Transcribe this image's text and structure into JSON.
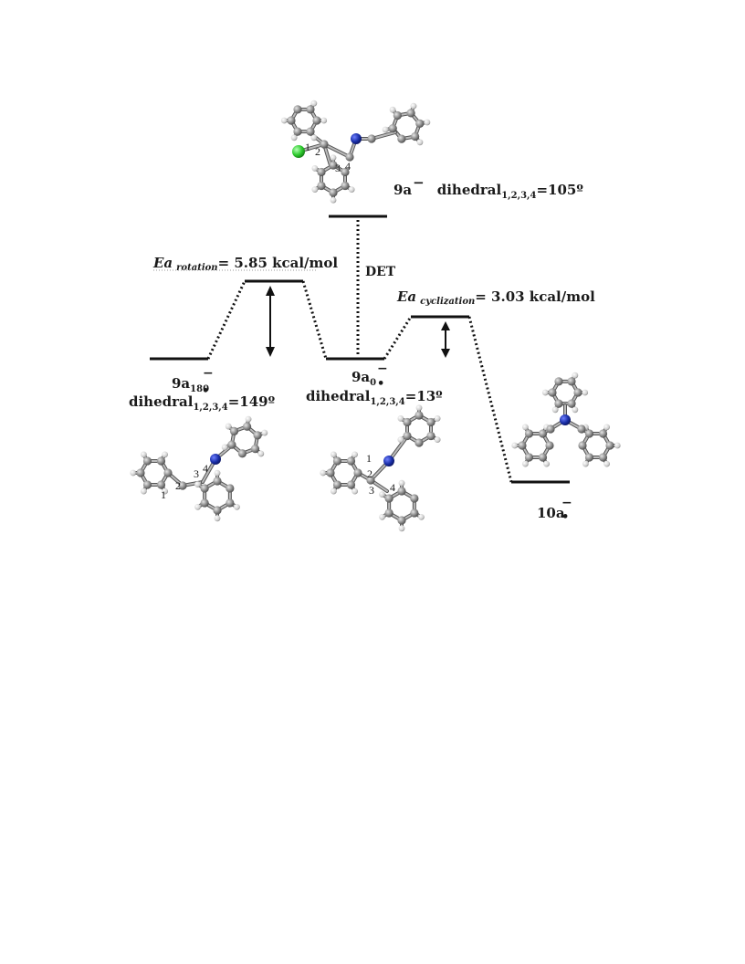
{
  "states": {
    "s9a_anion": {
      "label": "9a",
      "charge": "−",
      "dihedral_prefix": "dihedral",
      "dihedral_sub": "1,2,3,4",
      "dihedral_value": "=105º"
    },
    "s9a180": {
      "label": "9a",
      "label_sub": "180",
      "charge": "−",
      "radical": "•",
      "dihedral_prefix": "dihedral",
      "dihedral_sub": "1,2,3,4",
      "dihedral_value": "=149º"
    },
    "s9a0": {
      "label": "9a",
      "label_sub": "0",
      "charge": "−",
      "radical": "•",
      "dihedral_prefix": "dihedral",
      "dihedral_sub": "1,2,3,4",
      "dihedral_value": "=13º"
    },
    "s10a": {
      "label": "10a",
      "charge": "−",
      "radical": "•"
    }
  },
  "barriers": {
    "rotation": {
      "ea": "Ea",
      "sub": "rotation",
      "value": "= 5.85  kcal/mol"
    },
    "cyclization": {
      "ea": "Ea",
      "sub": "cyclization",
      "value": "= 3.03  kcal/mol"
    }
  },
  "det_label": "DET",
  "atom_numbers": {
    "one": "1",
    "two": "2",
    "three": "3",
    "four": "4"
  },
  "colors": {
    "carbon": "#8a8a8a",
    "hydrogen": "#d8d8d8",
    "nitrogen": "#1a2fa8",
    "chlorine": "#2ecc2e",
    "line": "#111111"
  }
}
